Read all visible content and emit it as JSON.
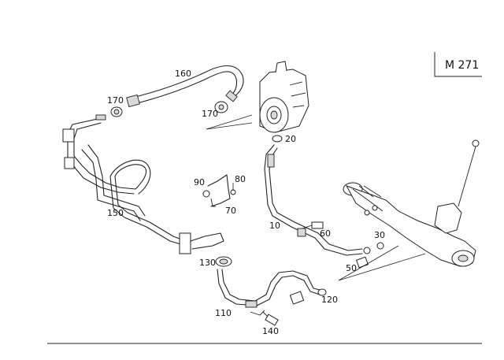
{
  "model_code": "M 271",
  "callouts": [
    {
      "id": "10",
      "label": "10"
    },
    {
      "id": "20",
      "label": "20"
    },
    {
      "id": "30",
      "label": "30"
    },
    {
      "id": "50",
      "label": "50"
    },
    {
      "id": "60",
      "label": "60"
    },
    {
      "id": "70",
      "label": "70"
    },
    {
      "id": "80",
      "label": "80"
    },
    {
      "id": "90",
      "label": "90"
    },
    {
      "id": "110",
      "label": "110"
    },
    {
      "id": "120",
      "label": "120"
    },
    {
      "id": "130",
      "label": "130"
    },
    {
      "id": "140",
      "label": "140"
    },
    {
      "id": "150",
      "label": "150"
    },
    {
      "id": "160",
      "label": "160"
    },
    {
      "id": "170a",
      "label": "170"
    },
    {
      "id": "170b",
      "label": "170"
    }
  ]
}
